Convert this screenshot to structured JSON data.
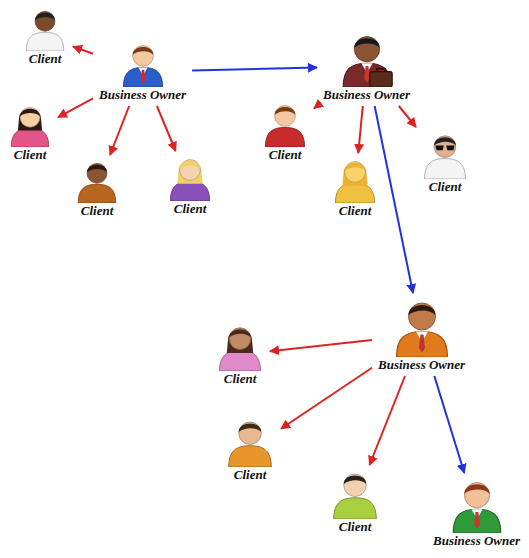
{
  "diagram": {
    "nodes": [
      {
        "text": [
          "Business Owner"
        ]
      },
      {
        "text": [
          "Client"
        ]
      },
      {
        "text": [
          "Client"
        ]
      },
      {
        "text": [
          "Client"
        ]
      },
      {
        "text": [
          "Client"
        ]
      },
      {
        "text": [
          "Business Owner"
        ]
      },
      {
        "text": [
          "Client"
        ]
      },
      {
        "text": [
          "Client"
        ]
      },
      {
        "text": [
          "Client"
        ]
      },
      {
        "text": [
          "Business Owner"
        ]
      },
      {
        "text": [
          "Client"
        ]
      },
      {
        "text": [
          "Client"
        ]
      },
      {
        "text": [
          "Client"
        ]
      },
      {
        "text": [
          "Business Owner"
        ]
      }
    ],
    "edges": [
      {
        "from": 0,
        "to": 1,
        "arrow": "to"
      },
      {
        "from": 0,
        "to": 2,
        "arrow": "to"
      },
      {
        "from": 0,
        "to": 3,
        "arrow": "to"
      },
      {
        "from": 0,
        "to": 4,
        "arrow": "to"
      },
      {
        "from": 0,
        "to": 5,
        "arrow": "to"
      },
      {
        "from": 5,
        "to": 6,
        "arrow": "to"
      },
      {
        "from": 5,
        "to": 7,
        "arrow": "to"
      },
      {
        "from": 5,
        "to": 8,
        "arrow": "to"
      },
      {
        "from": 5,
        "to": 9,
        "arrow": "to"
      },
      {
        "from": 9,
        "to": 10,
        "arrow": "to"
      },
      {
        "from": 9,
        "to": 11,
        "arrow": "to"
      },
      {
        "from": 9,
        "to": 12,
        "arrow": "to"
      },
      {
        "from": 9,
        "to": 13,
        "arrow": "to"
      }
    ]
  }
}
